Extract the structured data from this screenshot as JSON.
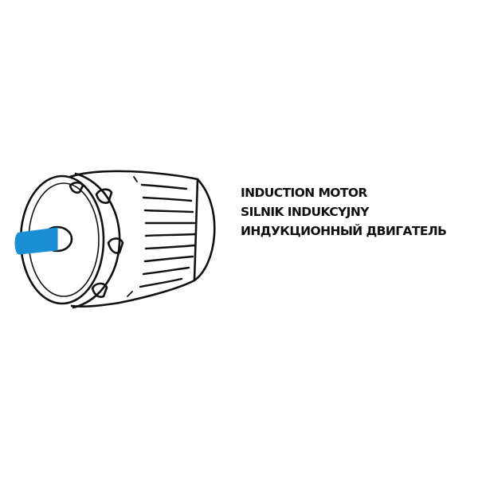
{
  "labels": {
    "english": "INDUCTION MOTOR",
    "polish": "SILNIK INDUKCYJNY",
    "russian": "ИНДУКЦИОННЫЙ ДВИГАТЕЛЬ"
  },
  "colors": {
    "shaft": "#1a8fd6",
    "outline": "#111111",
    "background": "#ffffff"
  },
  "icons": {
    "motor": "induction-motor-icon"
  }
}
